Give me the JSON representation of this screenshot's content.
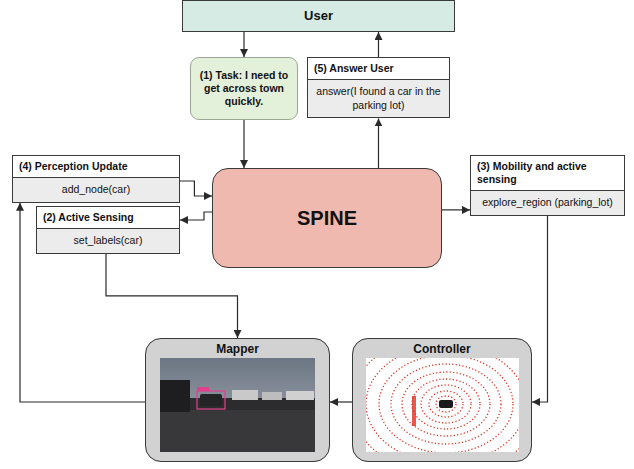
{
  "diagram": {
    "nodes": [
      {
        "text": [
          "User"
        ]
      },
      {
        "text": [
          "(1) Task: I need to get across town quickly."
        ]
      },
      {
        "text": [
          "(5) Answer User",
          "answer(I found a car in the parking lot)"
        ]
      },
      {
        "text": [
          "(4) Perception Update",
          "add_node(car)"
        ]
      },
      {
        "text": [
          "SPINE"
        ]
      },
      {
        "text": [
          "(3) Mobility and active sensing",
          "explore_region (parking_lot)"
        ]
      },
      {
        "text": [
          "(2) Active Sensing",
          "set_labels(car)"
        ]
      },
      {
        "text": [
          "Mapper"
        ]
      },
      {
        "text": [
          "Controller"
        ]
      }
    ],
    "edges": [
      {
        "from": 0,
        "to": 1,
        "arrow": "to"
      },
      {
        "from": 1,
        "to": 4,
        "arrow": "to"
      },
      {
        "from": 4,
        "to": 2,
        "arrow": "to"
      },
      {
        "from": 2,
        "to": 0,
        "arrow": "to"
      },
      {
        "from": 3,
        "to": 4,
        "arrow": "to"
      },
      {
        "from": 4,
        "to": 6,
        "arrow": "to"
      },
      {
        "from": 4,
        "to": 5,
        "arrow": "to"
      },
      {
        "from": 6,
        "to": 7,
        "arrow": "to"
      },
      {
        "from": 5,
        "to": 8,
        "arrow": "to"
      },
      {
        "from": 8,
        "to": 7,
        "arrow": "to"
      },
      {
        "from": 7,
        "to": 3,
        "arrow": "to"
      }
    ]
  }
}
